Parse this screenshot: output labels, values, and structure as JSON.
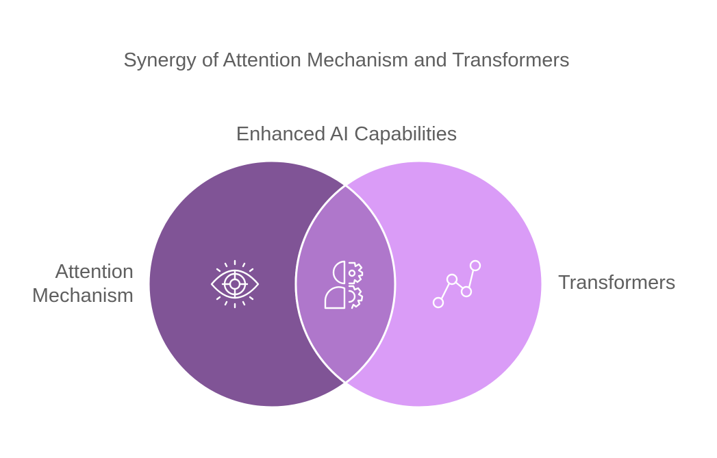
{
  "title": "Synergy of Attention Mechanism and Transformers",
  "intersection_label": "Enhanced AI Capabilities",
  "left_set": {
    "label_lines": [
      "Attention",
      "Mechanism"
    ],
    "color": "#805496",
    "icon": "eye-target-icon"
  },
  "right_set": {
    "label": "Transformers",
    "color": "#da9cf7",
    "icon": "line-chart-icon"
  },
  "intersection": {
    "color": "#af77cb",
    "icon": "head-gear-icon"
  }
}
